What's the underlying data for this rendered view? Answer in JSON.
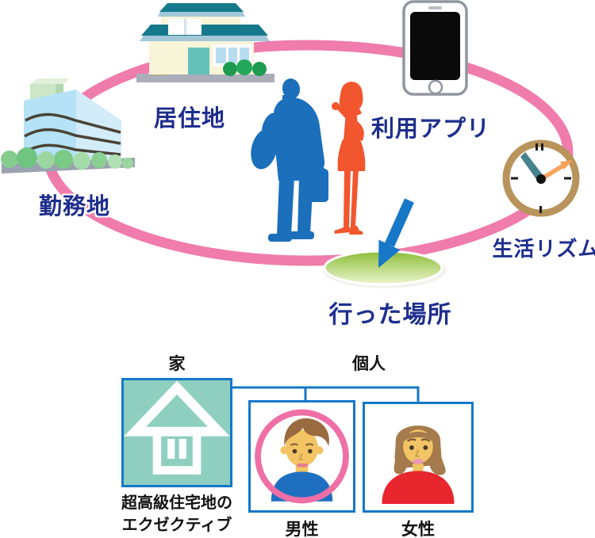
{
  "orbit_diagram": {
    "labels": {
      "residence": "居住地",
      "workplace": "勤務地",
      "used_apps": "利用アプリ",
      "life_rhythm": "生活リズム",
      "visited_places": "行った場所"
    },
    "icons": {
      "house": "house-icon",
      "office_building": "office-building-icon",
      "smartphone": "smartphone-icon",
      "clock": "clock-icon",
      "man": "man-silhouette",
      "woman": "woman-silhouette",
      "arrow": "arrow-down-left-icon",
      "place_spot": "visited-place-spot"
    }
  },
  "profile_tree": {
    "home_label": "家",
    "individual_label": "個人",
    "home_caption": [
      "超高級住宅地の",
      "エクゼクティブ"
    ],
    "male_label": "男性",
    "female_label": "女性"
  },
  "colors": {
    "ring_pink": "#ef7cab",
    "label_navy": "#1e2e8e",
    "accent_blue": "#1478c8",
    "man_blue": "#1b6fbb",
    "woman_orange": "#f1562e",
    "home_box_green": "#8ecfc0",
    "highlight_ring_pink": "#ef6fa6",
    "clock_ring_tan": "#b8935a",
    "clock_hour_hand": "#47828f",
    "clock_minute_hand": "#f6a35c",
    "place_spot_green": "#8cbc38",
    "roof_teal": "#15798c",
    "wall_cream": "#f8f4d8",
    "skin_tan": "#f3c464",
    "shirt_red": "#e8262e"
  }
}
